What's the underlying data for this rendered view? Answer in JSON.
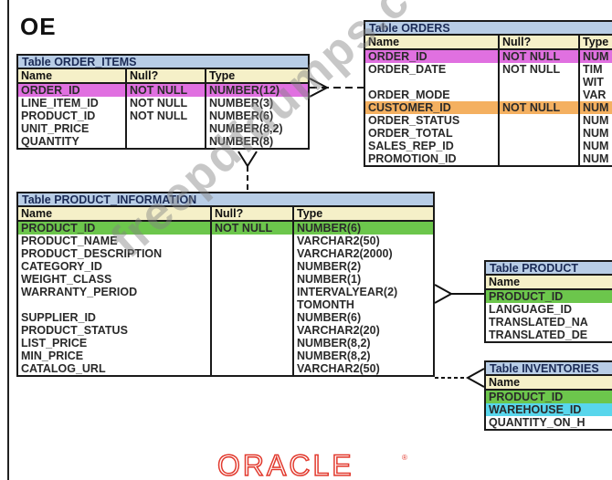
{
  "schema": {
    "name": "OE"
  },
  "tables": {
    "order_items": {
      "title": "Table ORDER_ITEMS",
      "headers": [
        "Name",
        "Null?",
        "Type"
      ],
      "rows": [
        [
          "ORDER_ID",
          "NOT NULL",
          "NUMBER(12)"
        ],
        [
          "LINE_ITEM_ID",
          "NOT NULL",
          "NUMBER(3)"
        ],
        [
          "PRODUCT_ID",
          "NOT NULL",
          "NUMBER(6)"
        ],
        [
          "UNIT_PRICE",
          "",
          "NUMBER(8,2)"
        ],
        [
          "QUANTITY",
          "",
          "NUMBER(8)"
        ]
      ]
    },
    "orders": {
      "title": "Table ORDERS",
      "headers": [
        "Name",
        "Null?",
        "Type"
      ],
      "rows": [
        [
          "ORDER_ID",
          "NOT NULL",
          "NUM"
        ],
        [
          "ORDER_DATE",
          "NOT NULL",
          "TIM"
        ],
        [
          "",
          "",
          "WIT"
        ],
        [
          "ORDER_MODE",
          "",
          "VAR"
        ],
        [
          "CUSTOMER_ID",
          "NOT NULL",
          "NUM"
        ],
        [
          "ORDER_STATUS",
          "",
          "NUM"
        ],
        [
          "ORDER_TOTAL",
          "",
          "NUM"
        ],
        [
          "SALES_REP_ID",
          "",
          "NUM"
        ],
        [
          "PROMOTION_ID",
          "",
          "NUM"
        ]
      ]
    },
    "product_information": {
      "title": "Table PRODUCT_INFORMATION",
      "headers": [
        "Name",
        "Null?",
        "Type"
      ],
      "rows": [
        [
          "PRODUCT_ID",
          "NOT NULL",
          "NUMBER(6)"
        ],
        [
          "PRODUCT_NAME",
          "",
          "VARCHAR2(50)"
        ],
        [
          "PRODUCT_DESCRIPTION",
          "",
          "VARCHAR2(2000)"
        ],
        [
          "CATEGORY_ID",
          "",
          "NUMBER(2)"
        ],
        [
          "WEIGHT_CLASS",
          "",
          "NUMBER(1)"
        ],
        [
          "WARRANTY_PERIOD",
          "",
          "INTERVALYEAR(2)"
        ],
        [
          "",
          "",
          "TOMONTH"
        ],
        [
          "SUPPLIER_ID",
          "",
          "NUMBER(6)"
        ],
        [
          "PRODUCT_STATUS",
          "",
          "VARCHAR2(20)"
        ],
        [
          "LIST_PRICE",
          "",
          "NUMBER(8,2)"
        ],
        [
          "MIN_PRICE",
          "",
          "NUMBER(8,2)"
        ],
        [
          "CATALOG_URL",
          "",
          "VARCHAR2(50)"
        ]
      ]
    },
    "product_descriptions": {
      "title": "Table PRODUCT",
      "headers": [
        "Name"
      ],
      "rows": [
        [
          "PRODUCT_ID"
        ],
        [
          "LANGUAGE_ID"
        ],
        [
          "TRANSLATED_NA"
        ],
        [
          "TRANSLATED_DE"
        ]
      ]
    },
    "inventories": {
      "title": "Table INVENTORIES",
      "headers": [
        "Name"
      ],
      "rows": [
        [
          "PRODUCT_ID"
        ],
        [
          "WAREHOUSE_ID"
        ],
        [
          "QUANTITY_ON_H"
        ]
      ]
    }
  },
  "watermark": "freepdfdumps.com",
  "logo": {
    "text": "ORACLE",
    "mark": "®",
    "color": "#e23a2e"
  },
  "colors": {
    "primary_key": "#e070e0",
    "foreign_key_green": "#6cc64c",
    "foreign_key_orange": "#f4b060",
    "foreign_key_cyan": "#58d6ec",
    "table_title": "#b8cde6",
    "header_row": "#f5f0c8"
  }
}
